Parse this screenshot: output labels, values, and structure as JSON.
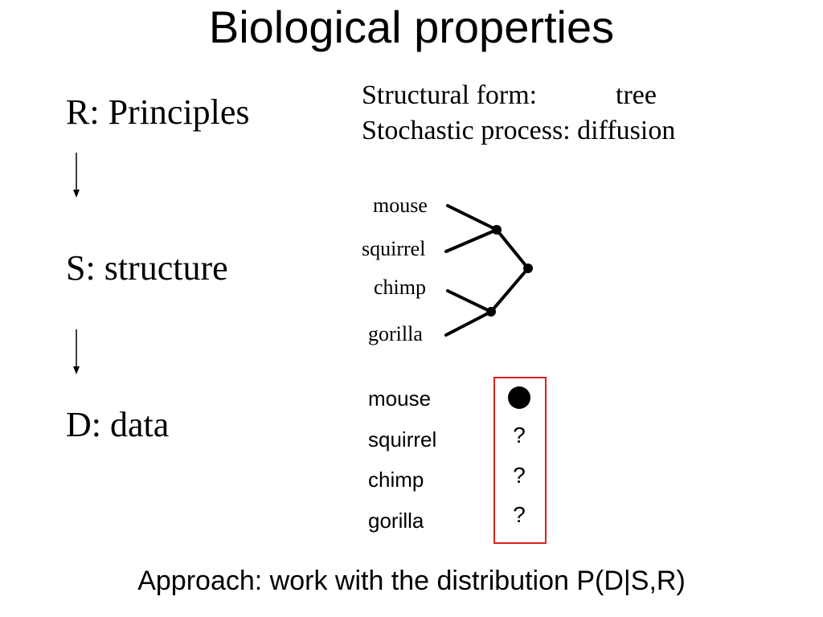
{
  "slide": {
    "title": "Biological properties",
    "levels": [
      {
        "label": "R: Principles"
      },
      {
        "label": "S: structure"
      },
      {
        "label": "D: data"
      }
    ],
    "structural_form_line": "Structural form:",
    "structural_form_value": "tree",
    "stochastic_process_line": "Stochastic process: diffusion",
    "tree_labels": [
      "mouse",
      "squirrel",
      "chimp",
      "gorilla"
    ],
    "data_labels": [
      "mouse",
      "squirrel",
      "chimp",
      "gorilla"
    ],
    "data_values": [
      "",
      "?",
      "?",
      "?"
    ],
    "footer": "Approach: work with the distribution P(D|S,R)",
    "highlight_color": "#e02020"
  }
}
